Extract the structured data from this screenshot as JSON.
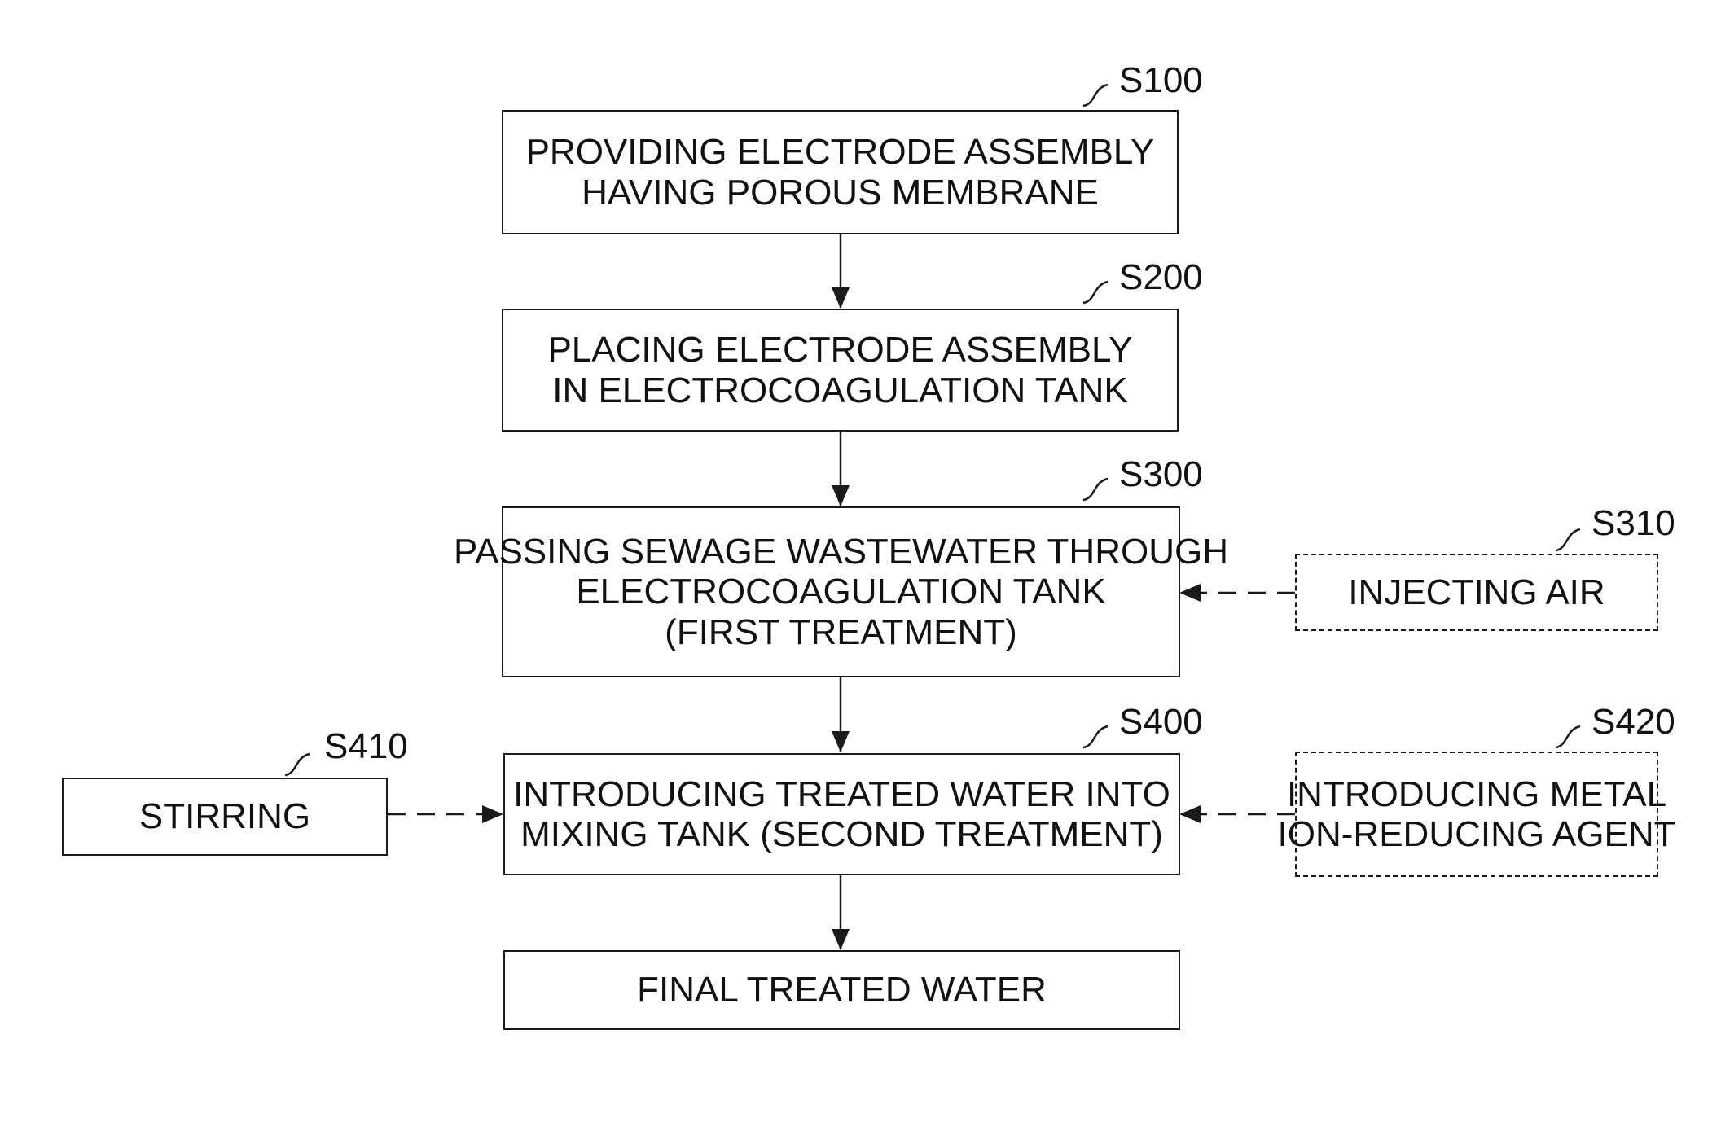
{
  "steps": {
    "s100": {
      "label": "S100",
      "lines": [
        "PROVIDING ELECTRODE ASSEMBLY",
        "HAVING POROUS MEMBRANE"
      ]
    },
    "s200": {
      "label": "S200",
      "lines": [
        "PLACING ELECTRODE ASSEMBLY",
        "IN ELECTROCOAGULATION TANK"
      ]
    },
    "s300": {
      "label": "S300",
      "lines": [
        "PASSING SEWAGE WASTEWATER THROUGH",
        "ELECTROCOAGULATION TANK",
        "(FIRST TREATMENT)"
      ]
    },
    "s310": {
      "label": "S310",
      "lines": [
        "INJECTING AIR"
      ]
    },
    "s400": {
      "label": "S400",
      "lines": [
        "INTRODUCING TREATED WATER INTO",
        "MIXING TANK (SECOND TREATMENT)"
      ]
    },
    "s410": {
      "label": "S410",
      "lines": [
        "STIRRING"
      ]
    },
    "s420": {
      "label": "S420",
      "lines": [
        "INTRODUCING METAL",
        "ION-REDUCING AGENT"
      ]
    },
    "final": {
      "lines": [
        "FINAL TREATED WATER"
      ]
    }
  }
}
